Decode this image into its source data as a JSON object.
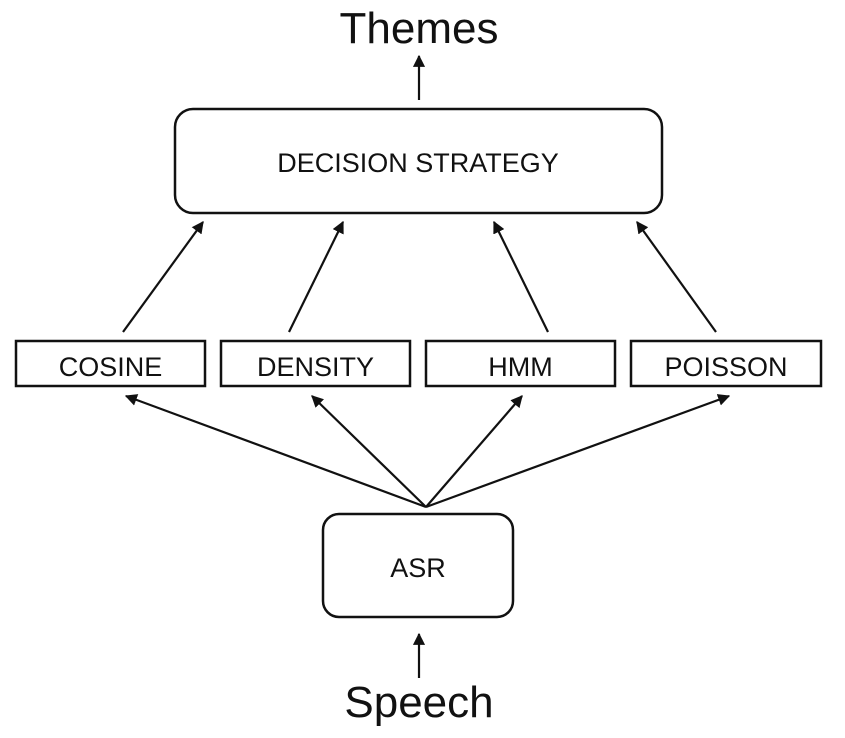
{
  "output_label": "Themes",
  "input_label": "Speech",
  "decision": {
    "label": "DECISION STRATEGY"
  },
  "asr": {
    "label": "ASR"
  },
  "classifiers": [
    {
      "label": "COSINE"
    },
    {
      "label": "DENSITY"
    },
    {
      "label": "HMM"
    },
    {
      "label": "POISSON"
    }
  ],
  "colors": {
    "stroke": "#111111",
    "background": "#ffffff"
  }
}
